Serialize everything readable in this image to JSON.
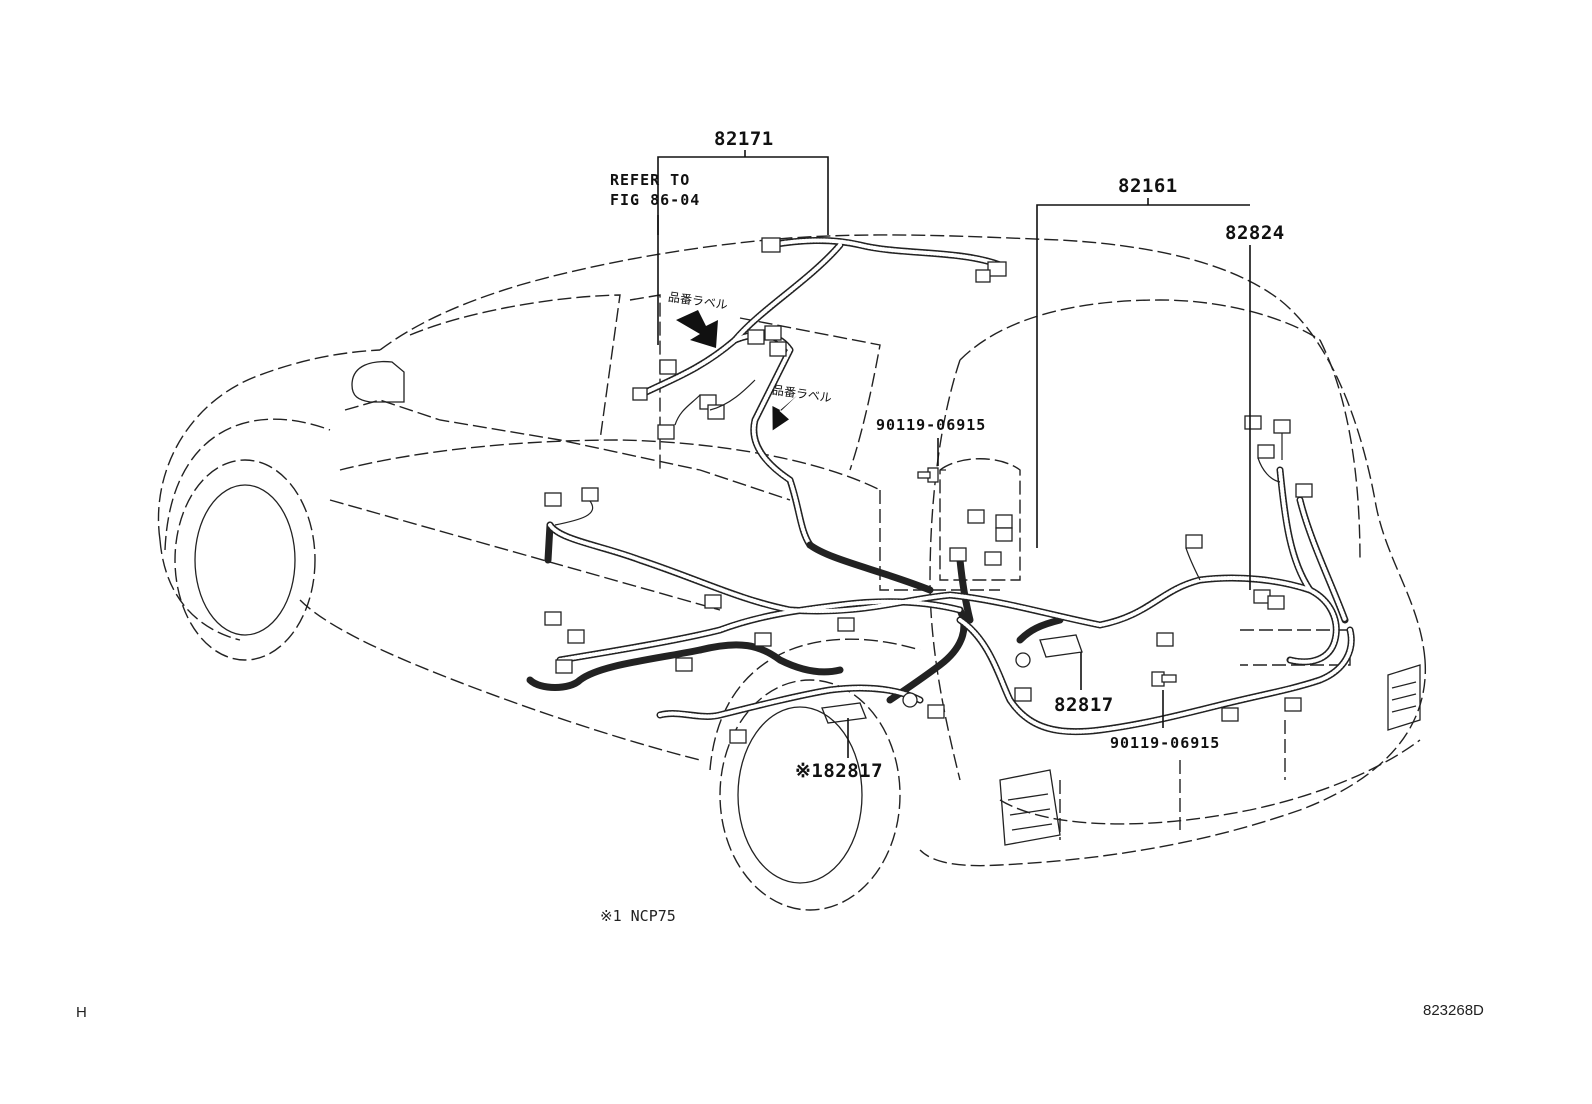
{
  "labels": {
    "part_82171": "82171",
    "refer_line1": "REFER TO",
    "refer_line2": "FIG 86-04",
    "part_82161": "82161",
    "part_82824": "82824",
    "bolt_upper": "90119-06915",
    "part_82817": "82817",
    "bolt_lower": "90119-06915",
    "part_82817_note": "※182817",
    "jp_label_1": "品番ラベル",
    "jp_label_2": "品番ラベル"
  },
  "footnote": "※1 NCP75",
  "corner_left": "H",
  "figure_code": "823268D",
  "colors": {
    "line": "#222222",
    "background": "#ffffff"
  }
}
